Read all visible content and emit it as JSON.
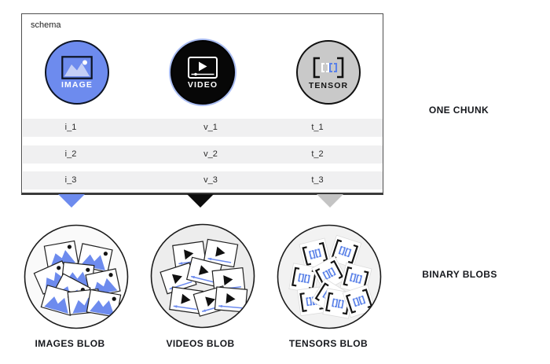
{
  "schema": {
    "label": "schema",
    "types": [
      {
        "name": "IMAGE"
      },
      {
        "name": "VIDEO"
      },
      {
        "name": "TENSOR"
      }
    ],
    "rows": [
      [
        "i_1",
        "v_1",
        "t_1"
      ],
      [
        "i_2",
        "v_2",
        "t_2"
      ],
      [
        "i_3",
        "v_3",
        "t_3"
      ]
    ]
  },
  "annotations": {
    "one_chunk": "ONE CHUNK",
    "binary_blobs": "BINARY BLOBS"
  },
  "blobs": [
    {
      "label": "IMAGES BLOB"
    },
    {
      "label": "VIDEOS BLOB"
    },
    {
      "label": "TENSORS BLOB"
    }
  ],
  "colors": {
    "accent-blue": "#6d8bee",
    "mountain-blue": "#c4cff6",
    "bracket-blue": "#5b82e8",
    "circle-gray": "#c9c9c9",
    "arrow-gray": "#c4c4c4",
    "row-bg": "#f0f0f1",
    "label": "#16181d"
  }
}
